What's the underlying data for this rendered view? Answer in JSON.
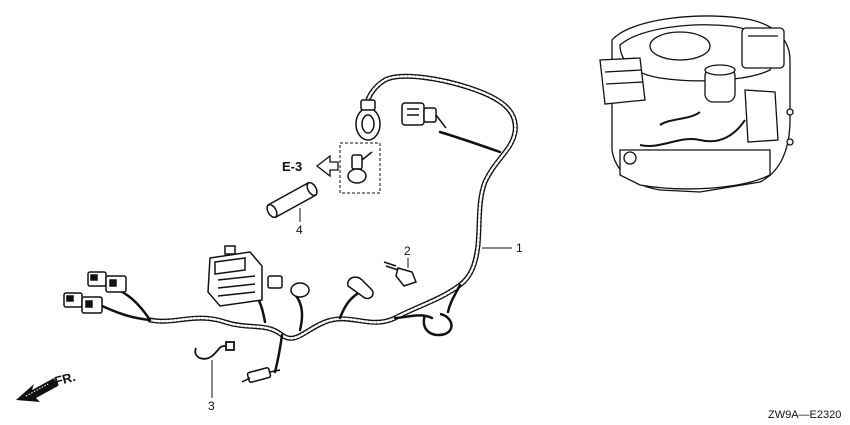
{
  "callouts": {
    "c1": "1",
    "c2": "2",
    "c3": "3",
    "c4": "4"
  },
  "reference": "E-3",
  "front_marker": "FR.",
  "diagram_code": "ZW9A—E2320"
}
